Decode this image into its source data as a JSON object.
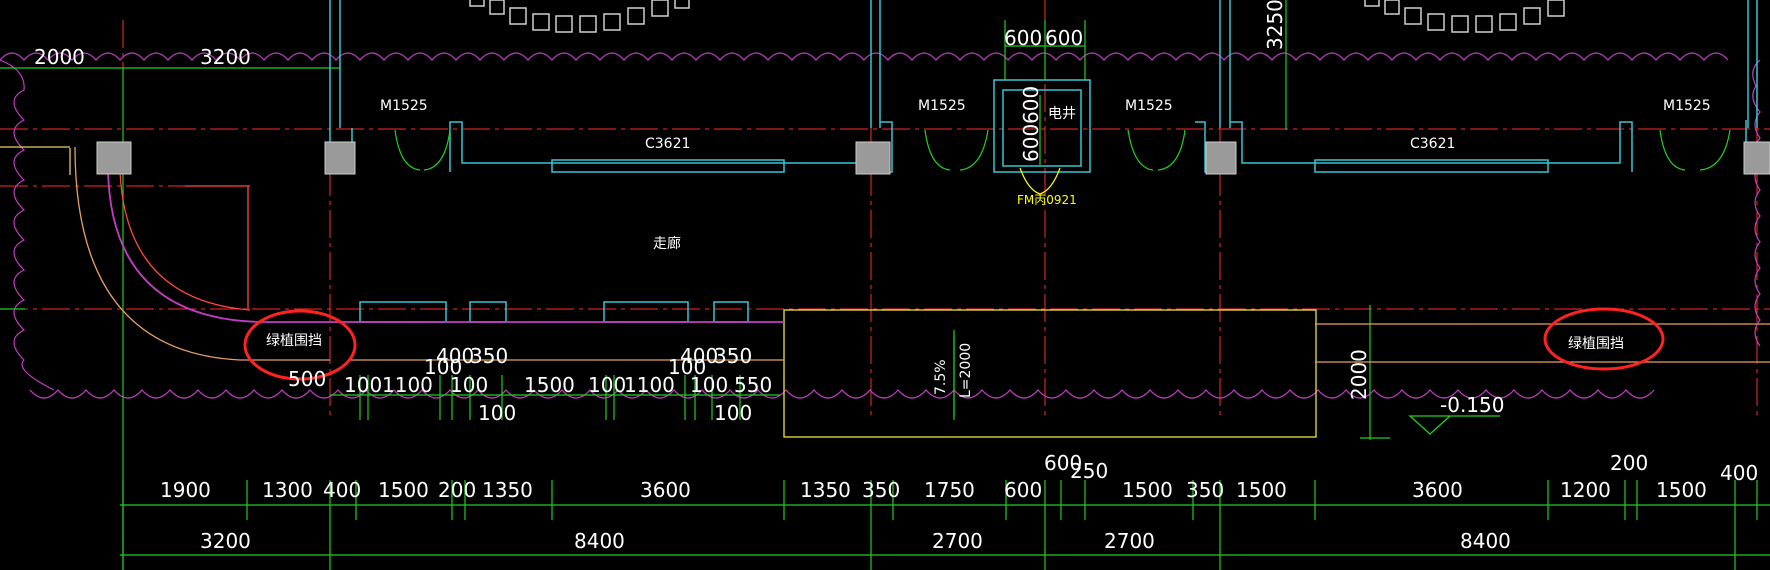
{
  "drawing": {
    "labels": {
      "m1525": "M1525",
      "c3621": "C3621",
      "shaft": "电井",
      "fm": "FM丙0921",
      "corridor": "走廊",
      "planter_left": "绿植围挡",
      "planter_right": "绿植围挡",
      "slope": "7.5%",
      "length": "L=2000",
      "elev": "-0.150"
    },
    "dims": {
      "top_2000": "2000",
      "top_3200": "3200",
      "top_3250": "3250",
      "shaft_600a": "600",
      "shaft_600b": "600",
      "shaft_v600a": "600",
      "shaft_v600b": "600",
      "mid_400a": "400",
      "mid_350a": "350",
      "mid_100a": "100",
      "mid_500": "500",
      "mid_400b": "400",
      "mid_350b": "350",
      "mid_100b": "100",
      "row_100a": "100",
      "row_1100a": "1100",
      "row_100b": "100",
      "row_1500": "1500",
      "row_100c": "100",
      "row_1100b": "1100",
      "row_100d": "100",
      "row_550": "550",
      "low_100a": "100",
      "low_100b": "100",
      "v_2000": "2000",
      "d1": [
        "1900",
        "1300",
        "400",
        "1500",
        "200",
        "1350",
        "3600",
        "1350",
        "350",
        "1750",
        "600",
        "250",
        "1500",
        "350",
        "1500",
        "3600",
        "1200",
        "1500"
      ],
      "d1_extra_600": "600",
      "d1_extra_200": "200",
      "d1_extra_400": "400",
      "d2": [
        "3200",
        "8400",
        "2700",
        "2700",
        "8400"
      ]
    },
    "colors": {
      "bg": "#000000",
      "red_axis": "#ff2a2a",
      "green": "#22cc22",
      "cyan": "#39c6d3",
      "magenta": "#c33cc3",
      "yellow": "#ffff00",
      "orange": "#e8a060",
      "grey": "#9a9a9a",
      "circle": "#ff2222"
    }
  }
}
